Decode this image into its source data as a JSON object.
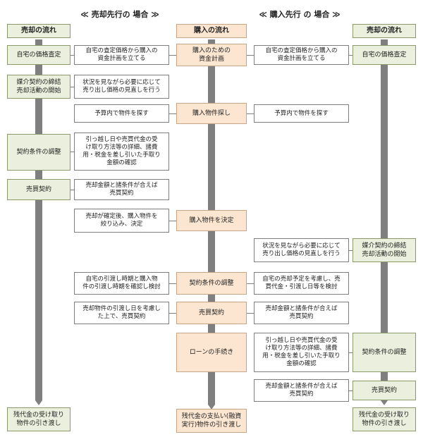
{
  "headers": {
    "sell_first": "≪ 売却先行の 場合 ≫",
    "buy_first": "≪ 購入先行 の 場合 ≫"
  },
  "columns": {
    "left_title": "売却の流れ",
    "center_title": "購入の流れ",
    "right_title": "売却の流れ"
  },
  "left": {
    "valuation": "自宅の価格査定",
    "mediation": "媒介契約の締結\n売却活動の開始",
    "conditions": "契約条件の調整",
    "sale_contract": "売買契約",
    "delivery": "残代金の受け取り\n物件の引き渡し"
  },
  "center": {
    "funding": "購入のための\n資金計画",
    "search": "購入物件探し",
    "decide": "購入物件を決定",
    "conditions": "契約条件の調整",
    "contract": "売買契約",
    "loan": "ローンの手続き",
    "payment": "残代金の支払い(融資\n実行)物件の引き渡し"
  },
  "right": {
    "valuation": "自宅の価格査定",
    "mediation": "媒介契約の締結\n売却活動の開始",
    "conditions": "契約条件の調整",
    "sale_contract": "売買契約",
    "delivery": "残代金の受け取り\n物件の引き渡し"
  },
  "notes_left": {
    "n1": "自宅の査定価格から購入の\n資金計画を立てる",
    "n2": "状況を見ながら必要に応じて\n売り出し価格の見直しを行う",
    "n3": "予算内で物件を探す",
    "n4": "引っ越し日や売買代金の受\nけ取り方法等の詳細、諸費\n用・税金を差し引いた手取り\n金額の確認",
    "n5": "売却金額と諸条件が合えば\n売買契約",
    "n6": "売却が確定後、購入物件を\n絞り込み、決定",
    "n7": "自宅の引渡し時期と購入物\n件の引渡し時期を確認し検討",
    "n8": "売却物件の引渡し日を考慮し\nた上で、売買契約"
  },
  "notes_right": {
    "n1": "自宅の査定価格から購入の\n資金計画を立てる",
    "n3": "予算内で物件を探す",
    "n2": "状況を見ながら必要に応じて\n売り出し価格の見直しを行う",
    "n7": "自宅の売却予定を考慮し、売\n買代金・引渡し日等を検討",
    "n5": "売却金額と諸条件が合えば\n売買契約",
    "n4": "引っ越し日や売買代金の受\nけ取り方法等の詳細、諸費\n用・税金を差し引いた手取り\n金額の確認",
    "n6": "売却金額と諸条件が合えば\n売買契約"
  }
}
